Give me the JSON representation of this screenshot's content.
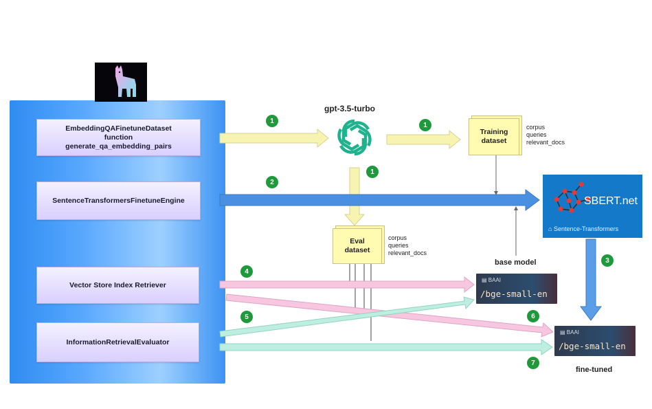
{
  "panel": {
    "boxes": [
      {
        "lines": [
          "EmbeddingQAFinetuneDataset",
          "function",
          "generate_qa_embedding_pairs"
        ]
      },
      {
        "lines": [
          "SentenceTransformersFinetuneEngine"
        ]
      },
      {
        "lines": [
          "Vector Store Index Retriever"
        ]
      },
      {
        "lines": [
          "InformationRetrievalEvaluator"
        ]
      }
    ]
  },
  "llm": {
    "label": "gpt-3.5-turbo"
  },
  "training": {
    "title_lines": [
      "Training",
      "dataset"
    ],
    "fields": [
      "corpus",
      "queries",
      "relevant_docs"
    ]
  },
  "eval": {
    "title_lines": [
      "Eval",
      "dataset"
    ],
    "fields": [
      "corpus",
      "queries",
      "relevant_docs"
    ]
  },
  "sbert": {
    "title": "SBERT.net",
    "subtitle": "Sentence-Transformers"
  },
  "base_model": {
    "label": "base model",
    "org": "BAAI",
    "name": "/bge-small-en"
  },
  "finetuned_model": {
    "label": "fine-tuned",
    "org": "BAAI",
    "name": "/bge-small-en"
  },
  "steps": [
    "1",
    "1",
    "1",
    "2",
    "3",
    "4",
    "5",
    "6",
    "7"
  ],
  "colors": {
    "panel": "#3d93f3",
    "badge": "#1e9a3a",
    "arrow_yellow": "#f7f3b0",
    "arrow_blue": "#4a90e2",
    "arrow_pink": "#f7c6e0",
    "arrow_teal": "#bdeee0",
    "sbert": "#1479c9"
  }
}
